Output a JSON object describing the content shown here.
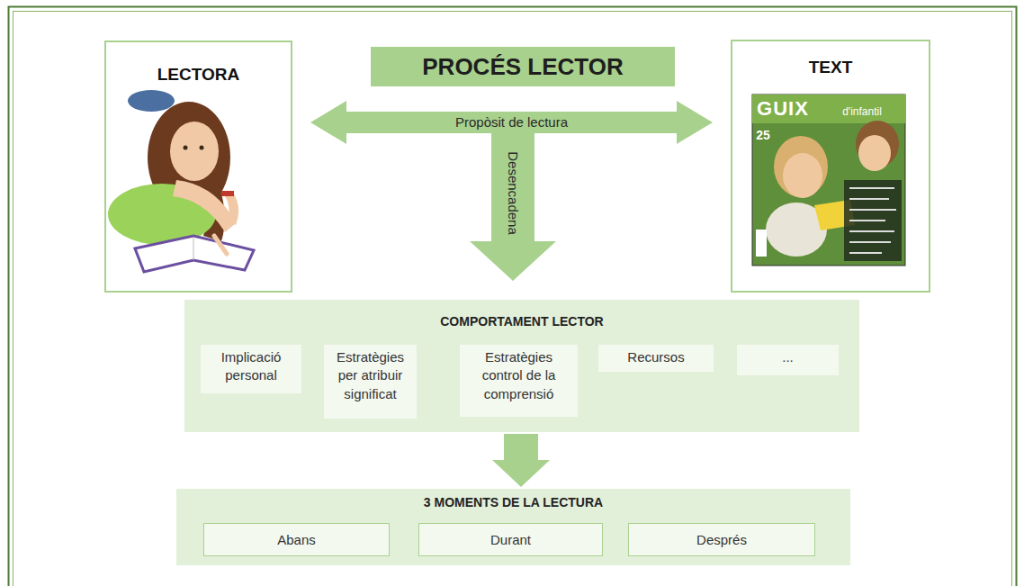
{
  "diagram": {
    "nodes": [
      {
        "text": [
          "PROCÉS LECTOR"
        ]
      },
      {
        "text": [
          "LECTORA"
        ]
      },
      {
        "text": [
          "TEXT"
        ]
      },
      {
        "text": [
          "COMPORTAMENT LECTOR"
        ]
      },
      {
        "text": [
          "Implicació personal"
        ],
        "in": 3
      },
      {
        "text": [
          "Estratègies per atribuir significat"
        ],
        "in": 3
      },
      {
        "text": [
          "Estratègies control de la comprensió"
        ],
        "in": 3
      },
      {
        "text": [
          "Recursos"
        ],
        "in": 3
      },
      {
        "text": [
          "..."
        ],
        "in": 3
      },
      {
        "text": [
          "3 MOMENTS DE LA LECTURA"
        ]
      },
      {
        "text": [
          "Abans"
        ],
        "in": 9
      },
      {
        "text": [
          "Durant"
        ],
        "in": 9
      },
      {
        "text": [
          "Després"
        ],
        "in": 9
      }
    ],
    "edges": [
      {
        "from": 1,
        "to": 2,
        "arrow": "both",
        "label": "Propòsit de lectura"
      },
      {
        "from": 3,
        "to": 9,
        "arrow": "to"
      }
    ],
    "labels": [
      "Desencadena",
      "GUIX",
      "d'infantil",
      "25"
    ]
  }
}
